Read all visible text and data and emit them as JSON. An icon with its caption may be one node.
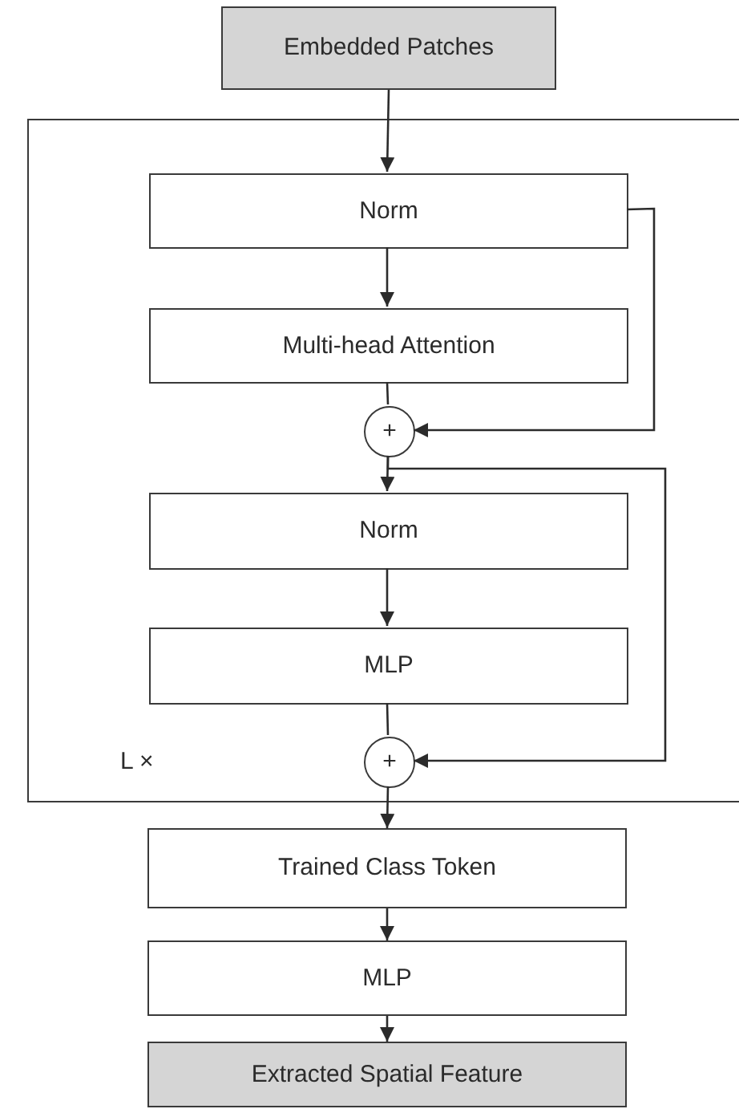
{
  "diagram": {
    "nodes": [
      {
        "text": [
          "Embedded Patches"
        ]
      },
      {
        "text": [
          "L ×"
        ]
      },
      {
        "text": [
          "Norm"
        ],
        "in": 1
      },
      {
        "text": [
          "Multi-head Attention"
        ],
        "in": 1
      },
      {
        "text": [
          "+"
        ],
        "in": 1
      },
      {
        "text": [
          "Norm"
        ],
        "in": 1
      },
      {
        "text": [
          "MLP"
        ],
        "in": 1
      },
      {
        "text": [
          "+"
        ],
        "in": 1
      },
      {
        "text": [
          "Trained Class Token"
        ]
      },
      {
        "text": [
          "MLP"
        ]
      },
      {
        "text": [
          "Extracted Spatial Feature"
        ]
      }
    ],
    "edges": [
      {
        "from": 0,
        "to": 2,
        "arrow": "to"
      },
      {
        "from": 2,
        "to": 3,
        "arrow": "to"
      },
      {
        "from": 3,
        "to": 4,
        "arrow": "none"
      },
      {
        "from": 2,
        "to": 4,
        "arrow": "to"
      },
      {
        "from": 4,
        "to": 5,
        "arrow": "to"
      },
      {
        "from": 4,
        "to": 7,
        "arrow": "to"
      },
      {
        "from": 5,
        "to": 6,
        "arrow": "to"
      },
      {
        "from": 6,
        "to": 7,
        "arrow": "none"
      },
      {
        "from": 7,
        "to": 8,
        "arrow": "to"
      },
      {
        "from": 8,
        "to": 9,
        "arrow": "to"
      },
      {
        "from": 9,
        "to": 10,
        "arrow": "to"
      }
    ]
  }
}
